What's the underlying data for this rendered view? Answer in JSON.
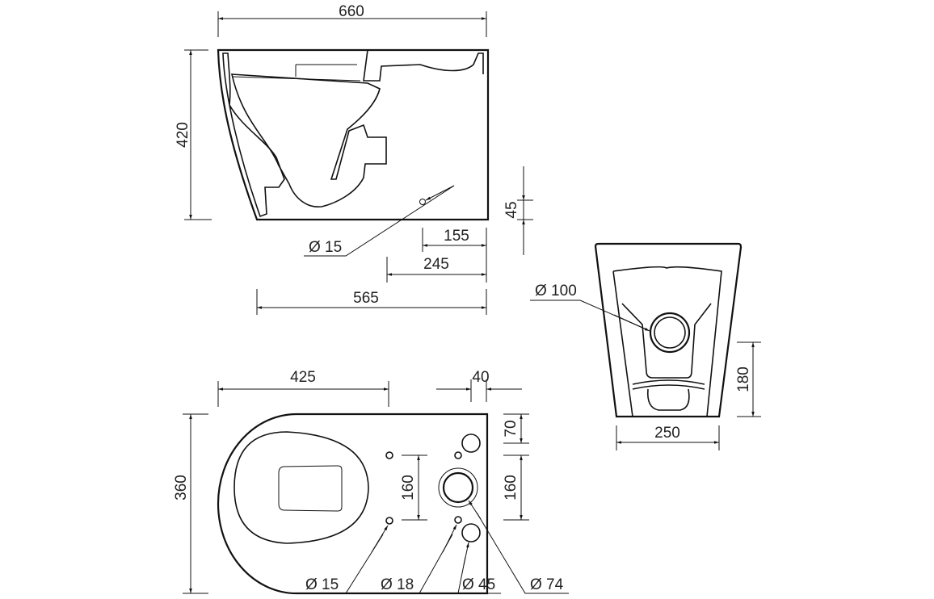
{
  "side_view": {
    "width": "660",
    "height": "420",
    "outlet_height": "45",
    "dim_155": "155",
    "dim_245": "245",
    "dim_565": "565",
    "hole": "Ø 15"
  },
  "front_view": {
    "outlet": "Ø 100",
    "outlet_height": "180",
    "base_width": "250"
  },
  "top_view": {
    "length": "425",
    "offset": "40",
    "width": "360",
    "dim_70": "70",
    "dim_160_right": "160",
    "dim_160_mid": "160",
    "hole_15": "Ø 15",
    "hole_18": "Ø 18",
    "hole_45": "Ø 45",
    "hole_74": "Ø 74"
  },
  "colors": {
    "line": "#111111",
    "background": "#ffffff"
  }
}
